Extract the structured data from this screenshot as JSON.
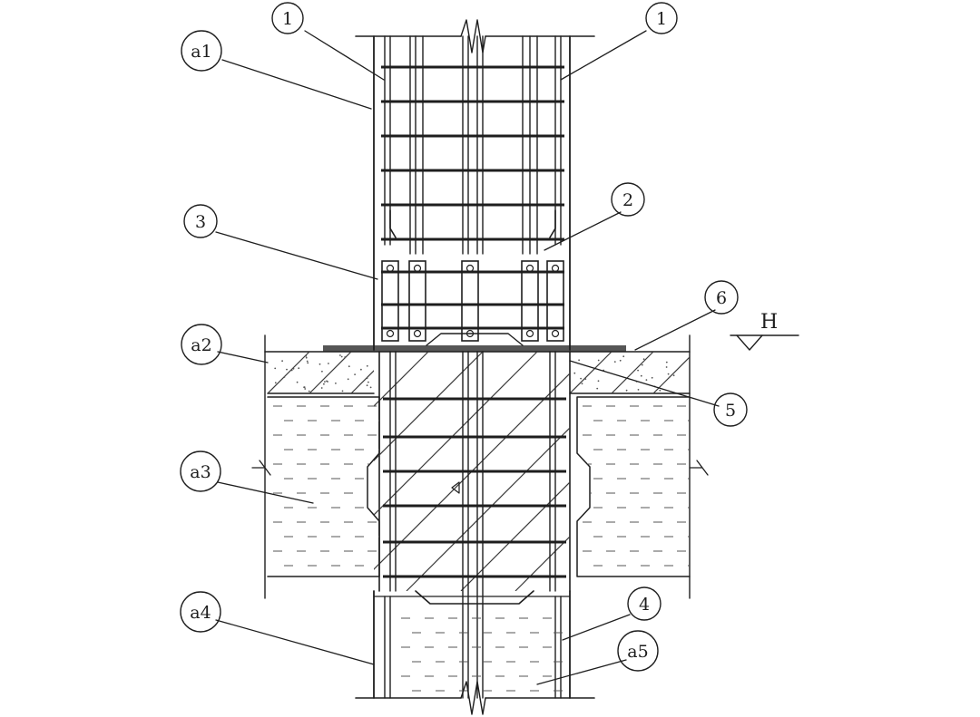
{
  "callouts": {
    "c1_left": "1",
    "c1_right": "1",
    "c2": "2",
    "c3": "3",
    "c4": "4",
    "c5": "5",
    "c6": "6",
    "a1": "a1",
    "a2": "a2",
    "a3": "a3",
    "a4": "a4",
    "a5": "a5"
  },
  "level_mark": "H",
  "colors": {
    "ink": "#1e1e1e",
    "hatch": "#3a3a3a",
    "dash": "#555555",
    "background": "#ffffff"
  }
}
